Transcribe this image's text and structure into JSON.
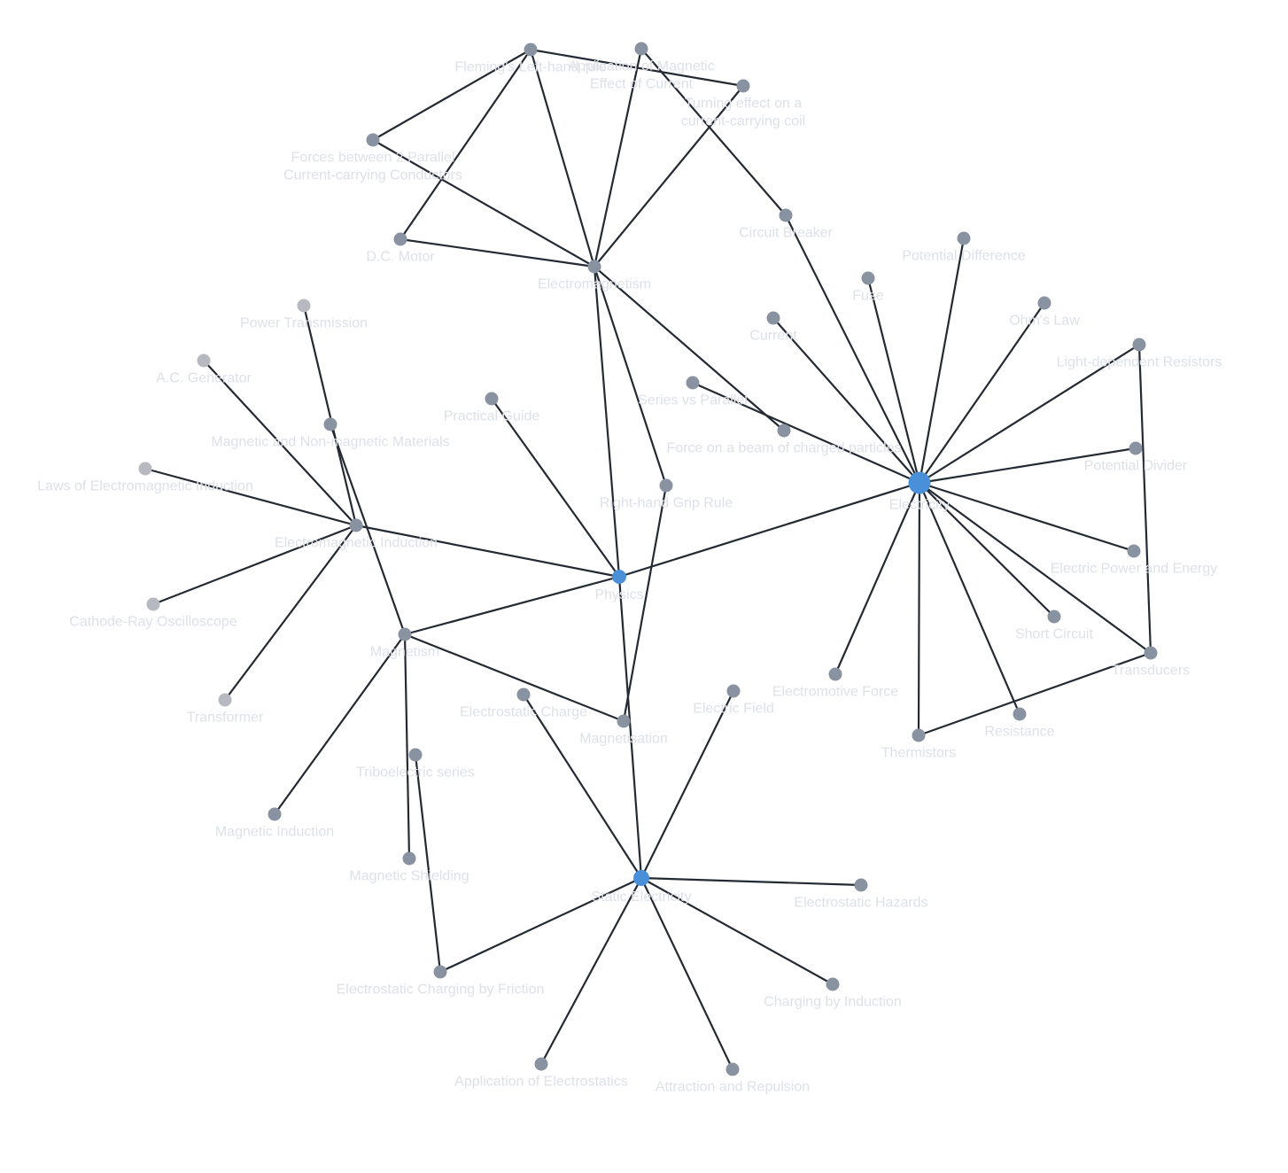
{
  "colors": {
    "edge": "#232a33",
    "label": "#dde1e7",
    "node_default": "#8892a0",
    "node_dim": "#b6b9bf",
    "node_hub": "#4a90d9"
  },
  "nodes": [
    {
      "id": "physics",
      "label": "Physics",
      "kind": "hub"
    },
    {
      "id": "electricity",
      "label": "Electricity",
      "kind": "hub"
    },
    {
      "id": "static",
      "label": "Static Electricity",
      "kind": "hub"
    },
    {
      "id": "electromagnetism",
      "label": "Electromagnetism",
      "kind": "default"
    },
    {
      "id": "magnetism",
      "label": "Magnetism",
      "kind": "default"
    },
    {
      "id": "emi",
      "label": "Electromagnetic Induction",
      "kind": "default"
    },
    {
      "id": "fleming",
      "label": "Fleming's Left-hand rule",
      "kind": "default"
    },
    {
      "id": "appmag",
      "label": "Application of Magnetic Effect of Current",
      "kind": "default"
    },
    {
      "id": "turning",
      "label": "Turning effect on a current-carrying coil",
      "kind": "default"
    },
    {
      "id": "forces2",
      "label": "Forces between 2 Parallel Current-carrying Conductors",
      "kind": "default"
    },
    {
      "id": "dcmotor",
      "label": "D.C. Motor",
      "kind": "default"
    },
    {
      "id": "breaker",
      "label": "Circuit Breaker",
      "kind": "default"
    },
    {
      "id": "potdiff",
      "label": "Potential Difference",
      "kind": "default"
    },
    {
      "id": "fuse",
      "label": "Fuse",
      "kind": "default"
    },
    {
      "id": "ohm",
      "label": "Ohm's Law",
      "kind": "default"
    },
    {
      "id": "current",
      "label": "Current",
      "kind": "default"
    },
    {
      "id": "ldr",
      "label": "Light-dependent Resistors",
      "kind": "default"
    },
    {
      "id": "series",
      "label": "Series vs Parallel",
      "kind": "default"
    },
    {
      "id": "beam",
      "label": "Force on a beam of charged particles",
      "kind": "default"
    },
    {
      "id": "potdiv",
      "label": "Potential Divider",
      "kind": "default"
    },
    {
      "id": "grip",
      "label": "Right-hand Grip Rule",
      "kind": "default"
    },
    {
      "id": "power",
      "label": "Electric Power and Energy",
      "kind": "default"
    },
    {
      "id": "short",
      "label": "Short Circuit",
      "kind": "default"
    },
    {
      "id": "transducers",
      "label": "Transducers",
      "kind": "default"
    },
    {
      "id": "emf",
      "label": "Electromotive Force",
      "kind": "default"
    },
    {
      "id": "resistance",
      "label": "Resistance",
      "kind": "default"
    },
    {
      "id": "thermistors",
      "label": "Thermistors",
      "kind": "default"
    },
    {
      "id": "practical",
      "label": "Practical Guide",
      "kind": "default"
    },
    {
      "id": "powertx",
      "label": "Power Transmission",
      "kind": "dim"
    },
    {
      "id": "acgen",
      "label": "A.C. Generator",
      "kind": "dim"
    },
    {
      "id": "magmat",
      "label": "Magnetic and Non-magnetic Materials",
      "kind": "default"
    },
    {
      "id": "laws",
      "label": "Laws of Electromagnetic Induction",
      "kind": "dim"
    },
    {
      "id": "cro",
      "label": "Cathode-Ray Oscilloscope",
      "kind": "dim"
    },
    {
      "id": "transformer",
      "label": "Transformer",
      "kind": "dim"
    },
    {
      "id": "esc",
      "label": "Electrostatic Charge",
      "kind": "default"
    },
    {
      "id": "magnetisation",
      "label": "Magnetisation",
      "kind": "default"
    },
    {
      "id": "efield",
      "label": "Electric Field",
      "kind": "default"
    },
    {
      "id": "tribo",
      "label": "Triboelectric series",
      "kind": "default"
    },
    {
      "id": "maginduction",
      "label": "Magnetic Induction",
      "kind": "default"
    },
    {
      "id": "shielding",
      "label": "Magnetic Shielding",
      "kind": "default"
    },
    {
      "id": "hazards",
      "label": "Electrostatic Hazards",
      "kind": "default"
    },
    {
      "id": "friction",
      "label": "Electrostatic Charging by Friction",
      "kind": "default"
    },
    {
      "id": "induction",
      "label": "Charging by Induction",
      "kind": "default"
    },
    {
      "id": "appes",
      "label": "Application of Electrostatics",
      "kind": "default"
    },
    {
      "id": "attraction",
      "label": "Attraction and Repulsion",
      "kind": "default"
    }
  ],
  "edges": [
    [
      "physics",
      "electricity"
    ],
    [
      "physics",
      "electromagnetism"
    ],
    [
      "physics",
      "magnetism"
    ],
    [
      "physics",
      "emi"
    ],
    [
      "physics",
      "static"
    ],
    [
      "physics",
      "practical"
    ],
    [
      "electromagnetism",
      "fleming"
    ],
    [
      "electromagnetism",
      "appmag"
    ],
    [
      "electromagnetism",
      "turning"
    ],
    [
      "electromagnetism",
      "forces2"
    ],
    [
      "electromagnetism",
      "dcmotor"
    ],
    [
      "electromagnetism",
      "beam"
    ],
    [
      "electromagnetism",
      "grip"
    ],
    [
      "fleming",
      "forces2"
    ],
    [
      "fleming",
      "dcmotor"
    ],
    [
      "fleming",
      "turning"
    ],
    [
      "appmag",
      "breaker"
    ],
    [
      "breaker",
      "electricity"
    ],
    [
      "electricity",
      "potdiff"
    ],
    [
      "electricity",
      "fuse"
    ],
    [
      "electricity",
      "ohm"
    ],
    [
      "electricity",
      "current"
    ],
    [
      "electricity",
      "ldr"
    ],
    [
      "electricity",
      "series"
    ],
    [
      "electricity",
      "potdiv"
    ],
    [
      "electricity",
      "power"
    ],
    [
      "electricity",
      "short"
    ],
    [
      "electricity",
      "transducers"
    ],
    [
      "electricity",
      "emf"
    ],
    [
      "electricity",
      "resistance"
    ],
    [
      "electricity",
      "thermistors"
    ],
    [
      "ldr",
      "transducers"
    ],
    [
      "transducers",
      "thermistors"
    ],
    [
      "emi",
      "powertx"
    ],
    [
      "emi",
      "acgen"
    ],
    [
      "emi",
      "laws"
    ],
    [
      "emi",
      "cro"
    ],
    [
      "emi",
      "transformer"
    ],
    [
      "magnetism",
      "magmat"
    ],
    [
      "magnetism",
      "magnetisation"
    ],
    [
      "magnetism",
      "maginduction"
    ],
    [
      "magnetism",
      "shielding"
    ],
    [
      "grip",
      "magnetisation"
    ],
    [
      "static",
      "esc"
    ],
    [
      "static",
      "efield"
    ],
    [
      "static",
      "hazards"
    ],
    [
      "static",
      "friction"
    ],
    [
      "static",
      "induction"
    ],
    [
      "static",
      "appes"
    ],
    [
      "static",
      "attraction"
    ],
    [
      "friction",
      "tribo"
    ]
  ]
}
